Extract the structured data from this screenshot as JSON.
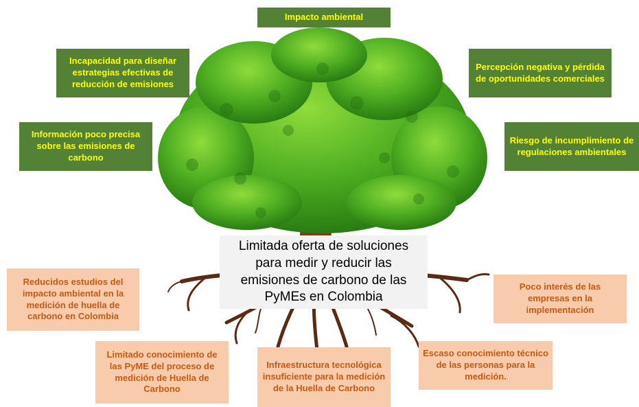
{
  "central_problem": "Limitada oferta de soluciones para medir y reducir las emisiones de carbono de las PyMEs en Colombia",
  "effects": [
    "Impacto ambiental",
    "Incapacidad para diseñar estrategias efectivas de reducción de emisiones",
    "Percepción negativa y pérdida de oportunidades comerciales",
    "Información poco precisa sobre las emisiones de carbono",
    "Riesgo de incumplimiento de regulaciones ambientales"
  ],
  "causes": [
    "Reducidos estudios del impacto ambiental en la medición de huella de carbono en Colombia",
    "Poco interés de las empresas en la implementación",
    "Limitado conocimiento de las PyME del proceso de medición de Huella de Carbono",
    "Infraestructura tecnológica insuficiente para la medición de la Huella de Carbono",
    "Escaso conocimiento técnico de las personas para la medición."
  ],
  "colors": {
    "effect_bg": "#538135",
    "effect_text": "#ffff00",
    "cause_bg": "#f8cbad",
    "cause_text": "#c55a11",
    "center_bg": "#f2f2f2",
    "foliage": "#3f9a1e",
    "trunk": "#7b3f17",
    "roots": "#5a2a12"
  }
}
